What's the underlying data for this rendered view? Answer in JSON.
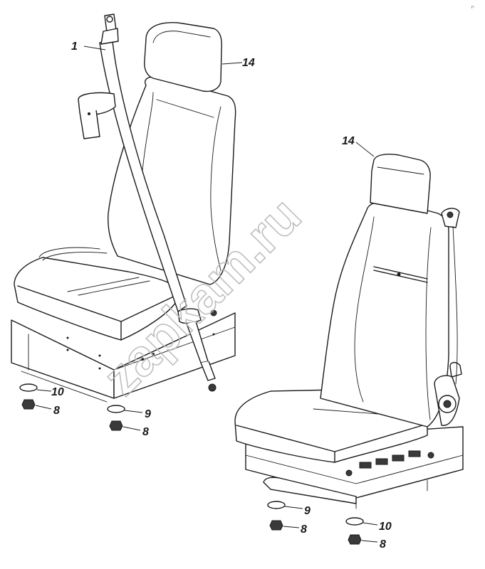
{
  "watermark": "zapkam.ru",
  "corner_mark": "r-",
  "callouts": [
    {
      "id": "c1",
      "label": "1"
    },
    {
      "id": "c14a",
      "label": "14"
    },
    {
      "id": "c14b",
      "label": "14"
    },
    {
      "id": "c10a",
      "label": "10"
    },
    {
      "id": "c8a",
      "label": "8"
    },
    {
      "id": "c9a",
      "label": "9"
    },
    {
      "id": "c8b",
      "label": "8"
    },
    {
      "id": "c9b",
      "label": "9"
    },
    {
      "id": "c8c",
      "label": "8"
    },
    {
      "id": "c10b",
      "label": "10"
    },
    {
      "id": "c8d",
      "label": "8"
    }
  ]
}
